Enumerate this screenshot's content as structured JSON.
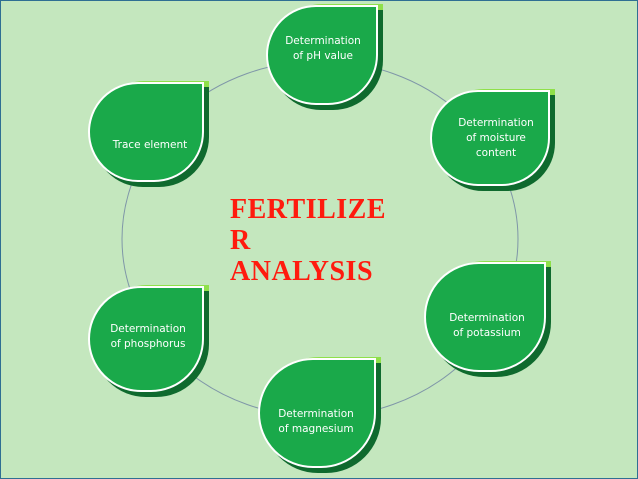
{
  "diagram": {
    "title": "FERTILIZE\nR\nANALYSIS",
    "nodes": [
      {
        "id": "ph",
        "label": "Determination\nof pH value"
      },
      {
        "id": "moisture",
        "label": "Determination\nof moisture\ncontent"
      },
      {
        "id": "potassium",
        "label": "Determination\nof potassium"
      },
      {
        "id": "magnesium",
        "label": "Determination\nof magnesium"
      },
      {
        "id": "phosphorus",
        "label": "Determination\nof phosphorus"
      },
      {
        "id": "trace",
        "label": "Trace element"
      }
    ],
    "colors": {
      "background": "#c4e7be",
      "leaf_fill": "#1aa94a",
      "leaf_shadow": "#0f6a2e",
      "leaf_highlight": "#8fe04a",
      "title": "#ff1b0e",
      "cycle_line": "#7f96a8"
    }
  }
}
